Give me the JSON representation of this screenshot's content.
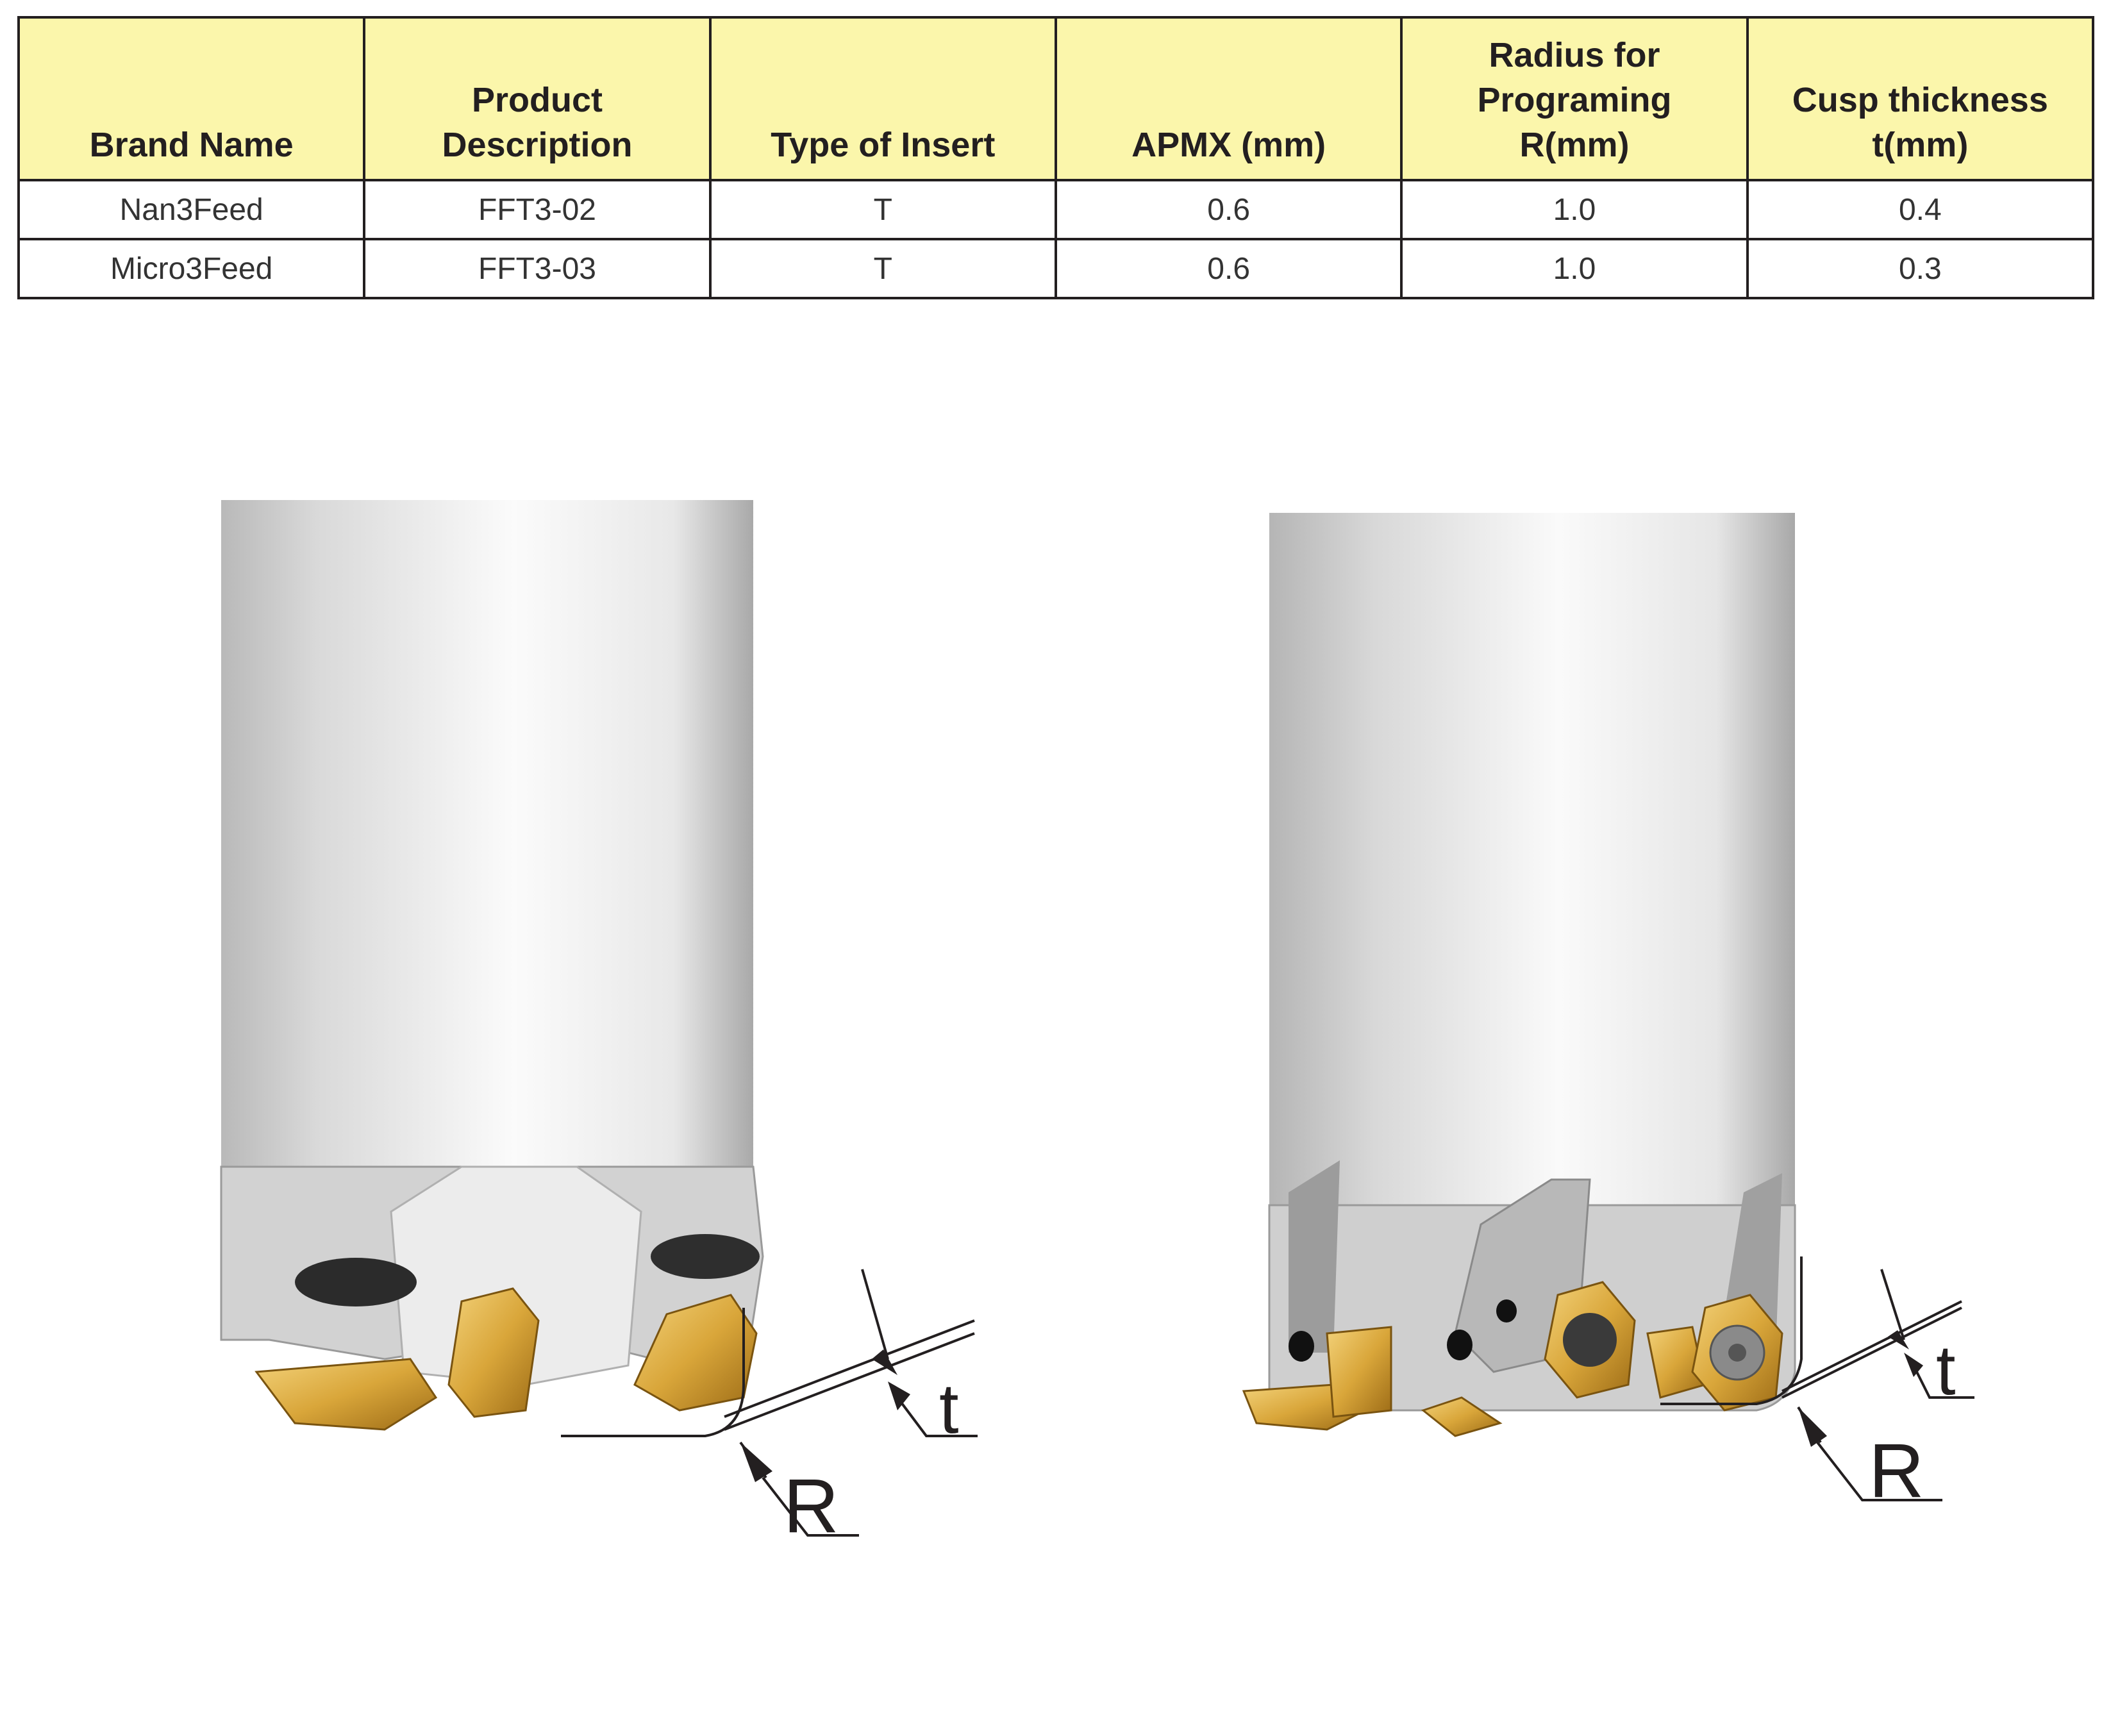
{
  "table": {
    "headers": [
      "Brand Name",
      "Product\nDescription",
      "Type of Insert",
      "APMX (mm)",
      "Radius for\nPrograming\nR(mm)",
      "Cusp thickness\nt(mm)"
    ],
    "rows": [
      [
        "Nan3Feed",
        "FFT3-02",
        "T",
        "0.6",
        "1.0",
        "0.4"
      ],
      [
        "Micro3Feed",
        "FFT3-03",
        "T",
        "0.6",
        "1.0",
        "0.3"
      ]
    ]
  },
  "illustrations": {
    "left": {
      "radius_label": "R",
      "cusp_label": "t"
    },
    "right": {
      "radius_label": "R",
      "cusp_label": "t"
    }
  },
  "colors": {
    "header_fill": "#fbf6ab",
    "border": "#231f20",
    "insert_gold": "#d9a63a",
    "body_grey": "#d6d6d6"
  }
}
